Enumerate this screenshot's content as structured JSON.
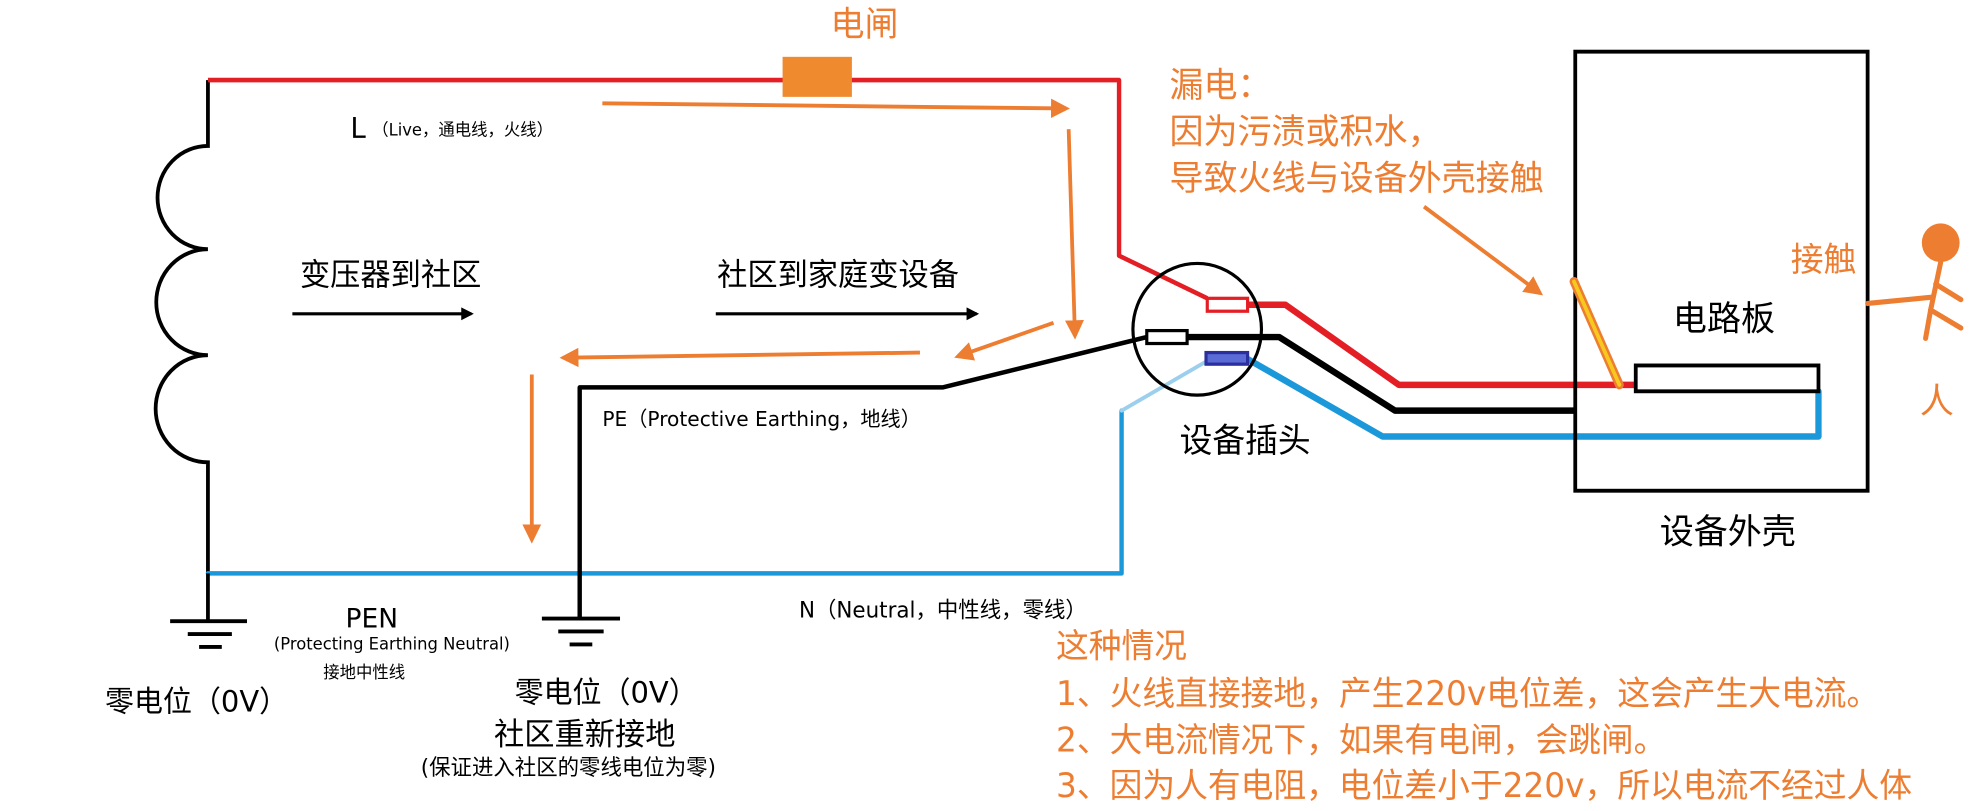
{
  "diagram": {
    "breaker_label": "电闸",
    "live": {
      "letter": "L",
      "description": "（Live，通电线，火线）"
    },
    "flow_labels": {
      "transformer_to_community": "变压器到社区",
      "community_to_home_device": "社区到家庭变设备"
    },
    "pe_label": "PE（Protective Earthing，地线）",
    "pen": {
      "abbr": "PEN",
      "full": "(Protecting Earthing Neutral)",
      "chinese": "接地中性线"
    },
    "left_ground": {
      "potential": "零电位（0V）"
    },
    "community_ground": {
      "potential": "零电位（0V）",
      "title": "社区重新接地",
      "note": "(保证进入社区的零线电位为零)"
    },
    "neutral_label": "N（Neutral，中性线，零线）",
    "plug_label": "设备插头",
    "circuit_board_label": "电路板",
    "casing_label": "设备外壳",
    "contact_label": "接触",
    "person_label": "人",
    "leak_note": {
      "title": "漏电：",
      "lines": [
        "因为污渍或积水，",
        "导致火线与设备外壳接触"
      ]
    },
    "conclusion": {
      "title": "这种情况",
      "points": [
        "1、火线直接接地，产生220v电位差，这会产生大电流。",
        "2、大电流情况下，如果有电闸，会跳闸。",
        "3、因为人有电阻，电位差小于220v，所以电流不经过人体"
      ]
    }
  },
  "icons": {
    "transformer": "transformer-coil-icon",
    "ground": "ground-symbol-icon",
    "person": "person-icon",
    "plug": "plug-icon"
  },
  "colors": {
    "live": "#e31e24",
    "neutral": "#1b98d9",
    "neutral_light": "#9ccfee",
    "earth": "#000000",
    "current_flow": "#ed7d31",
    "annotation": "#ed7d31",
    "breaker": "#f08a2e",
    "leak": "#f7c81e",
    "pin_fill": "#ffffff",
    "pin_neutral_fill": "#5b6bd6",
    "pin_neutral_stroke": "#2b2f9e",
    "text": "#000000"
  }
}
